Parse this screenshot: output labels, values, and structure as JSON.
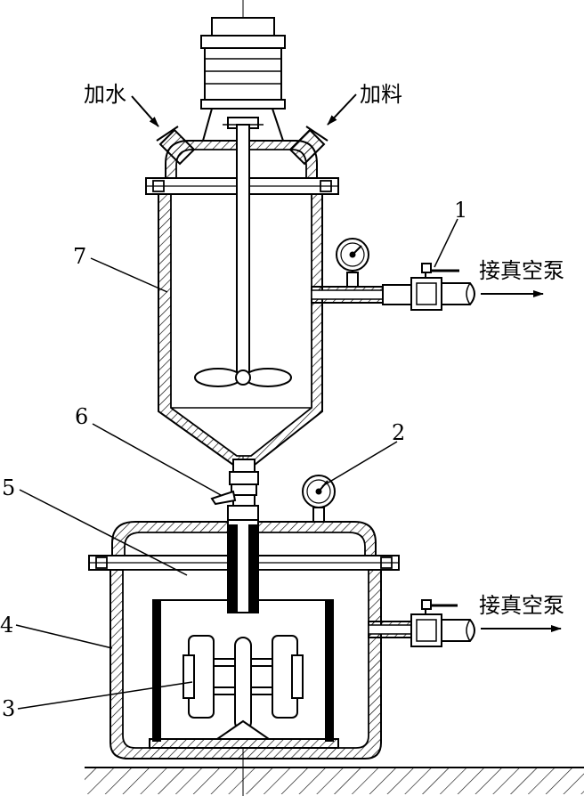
{
  "labels": {
    "add_water": "加水",
    "add_material": "加料",
    "vacuum_top": "接真空泵",
    "vacuum_bottom": "接真空泵"
  },
  "callouts": {
    "n1": "1",
    "n2": "2",
    "n3": "3",
    "n4": "4",
    "n5": "5",
    "n6": "6",
    "n7": "7"
  },
  "colors": {
    "ink": "#000000",
    "background": "#ffffff"
  }
}
